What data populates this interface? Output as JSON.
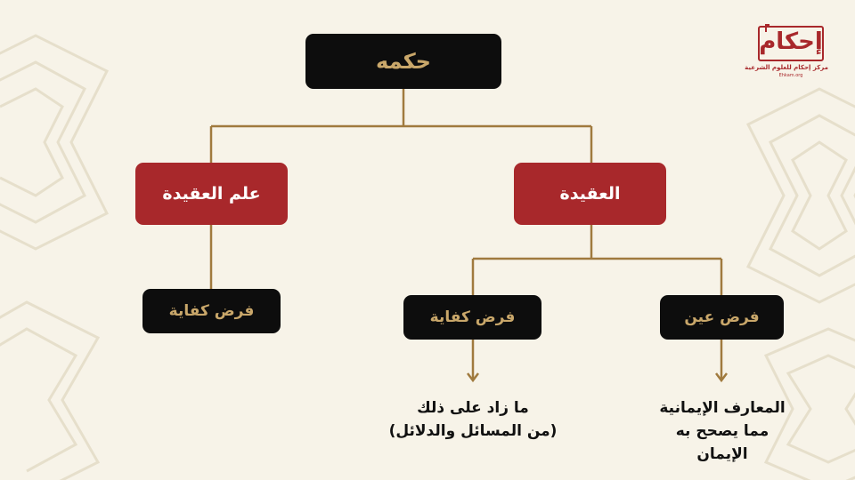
{
  "logo": {
    "title": "إحكام",
    "subtitle": "مركز إحكام للعلوم الشرعية",
    "tagline": "Ehkam.org"
  },
  "tree": {
    "root": "حكمه",
    "left_branch": {
      "label": "علم العقيدة",
      "child": "فرض كفاية"
    },
    "right_branch": {
      "label": "العقيدة",
      "child_left": {
        "label": "فرض كفاية",
        "note_line1": "ما زاد على ذلك",
        "note_line2": "(من المسائل والدلائل)"
      },
      "child_right": {
        "label": "فرض عين",
        "note_line1": "المعارف الإيمانية",
        "note_line2": "مما يصحح به",
        "note_line3": "الإيمان"
      }
    }
  },
  "colors": {
    "background": "#f7f3e8",
    "box_dark": "#0d0d0d",
    "box_red": "#a8282b",
    "gold_text": "#c9a76a",
    "connector": "#a07a3e"
  }
}
